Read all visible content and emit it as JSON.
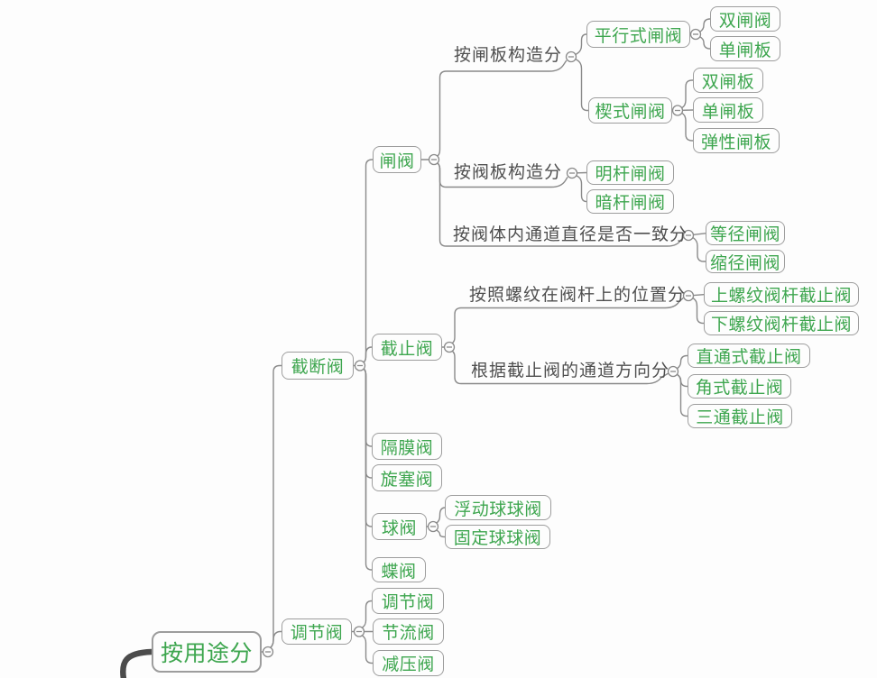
{
  "colors": {
    "node_text_green": "#3ea64f",
    "node_border_gray": "#9d9d9d",
    "connector_gray": "#8a8a8a",
    "category_text_gray": "#4f4f4f",
    "root_branch_dark": "#4c4c4c",
    "background": "#fdfdfd"
  },
  "nodes": {
    "by_usage": {
      "label": "按用途分"
    },
    "shutoff": {
      "label": "截断阀"
    },
    "gate": {
      "label": "闸阀"
    },
    "globe": {
      "label": "截止阀"
    },
    "diaphragm": {
      "label": "隔膜阀"
    },
    "plug": {
      "label": "旋塞阀"
    },
    "ball": {
      "label": "球阀"
    },
    "butterfly": {
      "label": "蝶阀"
    },
    "regulating_group": {
      "label": "调节阀"
    },
    "regulating": {
      "label": "调节阀"
    },
    "throttle": {
      "label": "节流阀"
    },
    "pressure_reducing": {
      "label": "减压阀"
    },
    "by_gate_plate": {
      "label": "按闸板构造分"
    },
    "by_valve_plate": {
      "label": "按阀板构造分"
    },
    "by_bore": {
      "label": "按阀体内通道直径是否一致分"
    },
    "by_thread": {
      "label": "按照螺纹在阀杆上的位置分"
    },
    "by_channel": {
      "label": "根据截止阀的通道方向分"
    },
    "parallel_gate": {
      "label": "平行式闸阀"
    },
    "wedge_gate": {
      "label": "楔式闸阀"
    },
    "double_gate_valve": {
      "label": "双闸阀"
    },
    "single_gate_plate_1": {
      "label": "单闸板"
    },
    "double_gate_plate": {
      "label": "双闸板"
    },
    "single_gate_plate_2": {
      "label": "单闸板"
    },
    "elastic_gate_plate": {
      "label": "弹性闸板"
    },
    "rising_stem": {
      "label": "明杆闸阀"
    },
    "concealed_stem": {
      "label": "暗杆闸阀"
    },
    "equal_bore": {
      "label": "等径闸阀"
    },
    "reduced_bore": {
      "label": "缩径闸阀"
    },
    "upper_thread_stem": {
      "label": "上螺纹阀杆截止阀"
    },
    "lower_thread_stem": {
      "label": "下螺纹阀杆截止阀"
    },
    "straight_through": {
      "label": "直通式截止阀"
    },
    "angle_globe": {
      "label": "角式截止阀"
    },
    "three_way": {
      "label": "三通截止阀"
    },
    "floating_ball": {
      "label": "浮动球球阀"
    },
    "fixed_ball": {
      "label": "固定球球阀"
    }
  },
  "hierarchy": {
    "按用途分": {
      "截断阀": {
        "闸阀": {
          "按闸板构造分": {
            "平行式闸阀": [
              "双闸阀",
              "单闸板"
            ],
            "楔式闸阀": [
              "双闸板",
              "单闸板",
              "弹性闸板"
            ]
          },
          "按阀板构造分": [
            "明杆闸阀",
            "暗杆闸阀"
          ],
          "按阀体内通道直径是否一致分": [
            "等径闸阀",
            "缩径闸阀"
          ]
        },
        "截止阀": {
          "按照螺纹在阀杆上的位置分": [
            "上螺纹阀杆截止阀",
            "下螺纹阀杆截止阀"
          ],
          "根据截止阀的通道方向分": [
            "直通式截止阀",
            "角式截止阀",
            "三通截止阀"
          ]
        },
        "隔膜阀": [],
        "旋塞阀": [],
        "球阀": [
          "浮动球球阀",
          "固定球球阀"
        ],
        "蝶阀": []
      },
      "调节阀": [
        "调节阀",
        "节流阀",
        "减压阀"
      ]
    }
  }
}
